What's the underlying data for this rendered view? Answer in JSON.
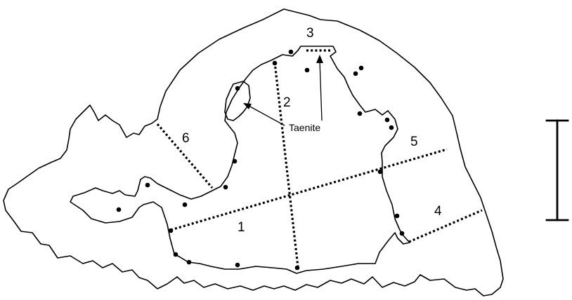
{
  "traverse_labels": [
    "1",
    "2",
    "3",
    "4",
    "5",
    "6"
  ],
  "annotation": {
    "label": "Taenite"
  },
  "icons": {
    "measurement_point": "filled-circle",
    "scale_bar": "i-beam-scale-bar"
  }
}
